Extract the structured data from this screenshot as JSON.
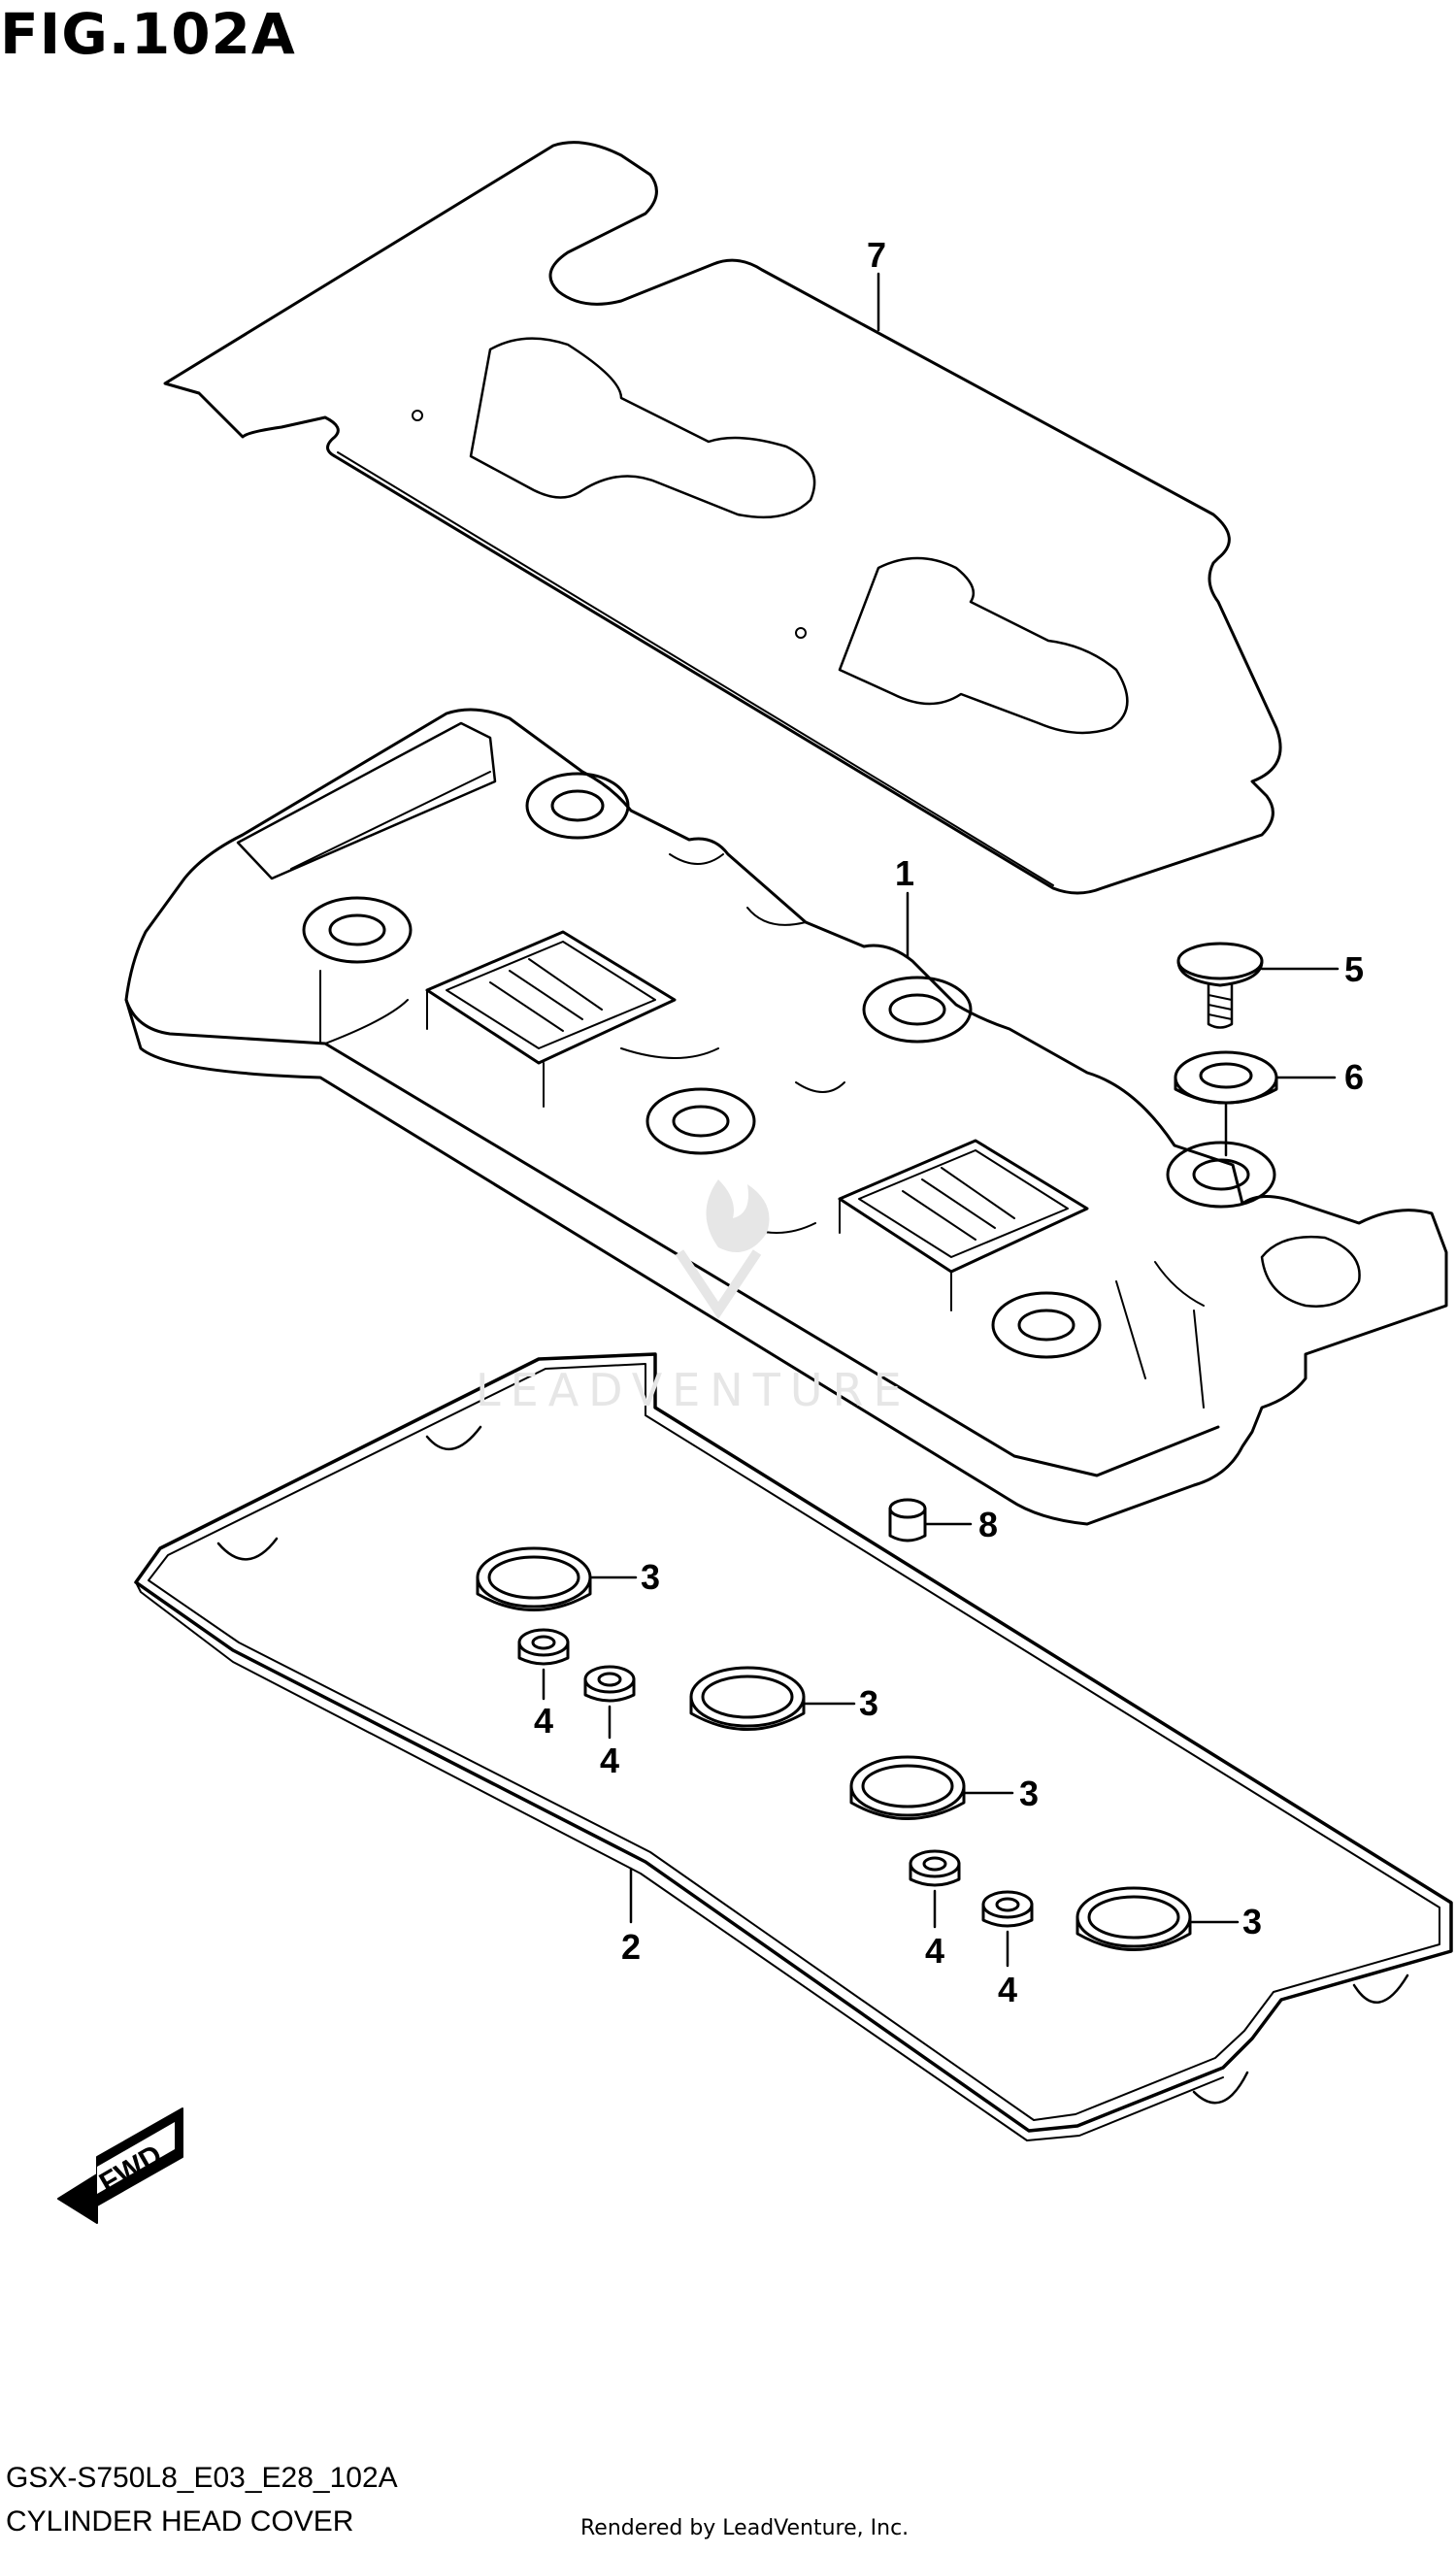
{
  "figure": {
    "title": "FIG.102A"
  },
  "watermark": {
    "text": "LEADVENTURE"
  },
  "callouts": {
    "c1": "1",
    "c2": "2",
    "c3a": "3",
    "c3b": "3",
    "c3c": "3",
    "c3d": "3",
    "c4a": "4",
    "c4b": "4",
    "c4c": "4",
    "c4d": "4",
    "c5": "5",
    "c6": "6",
    "c7": "7",
    "c8": "8"
  },
  "direction": {
    "label": "FWD"
  },
  "footer": {
    "model_code": "GSX-S750L8_E03_E28_102A",
    "description": "CYLINDER HEAD COVER",
    "rendered_by": "Rendered by LeadVenture, Inc."
  }
}
